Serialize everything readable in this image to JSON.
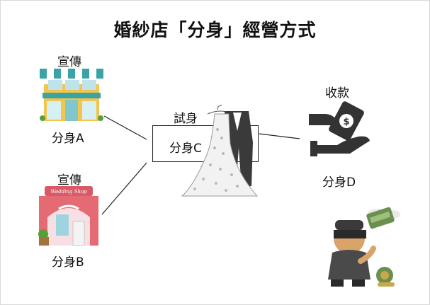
{
  "title": "婚紗店「分身」經營方式",
  "nodes": {
    "a": {
      "caption": "宣傳",
      "label": "分身A",
      "icon": "storefront-icon"
    },
    "b": {
      "caption": "宣傳",
      "label": "分身B",
      "icon": "wedding-shop-icon",
      "sign_text": "Wedding Shop"
    },
    "c": {
      "caption": "試身",
      "label": "分身C",
      "icon": "wedding-dress-tuxedo-icon"
    },
    "d": {
      "caption": "收款",
      "label": "分身D",
      "icon": "money-payment-icon"
    },
    "thief": {
      "icon": "thief-with-money-icon"
    }
  },
  "colors": {
    "awning_teal": "#3aa3a6",
    "shop_yellow": "#f3c64b",
    "shop_pink": "#e46a73",
    "money_green": "#6b8f4e",
    "line": "#222222"
  }
}
